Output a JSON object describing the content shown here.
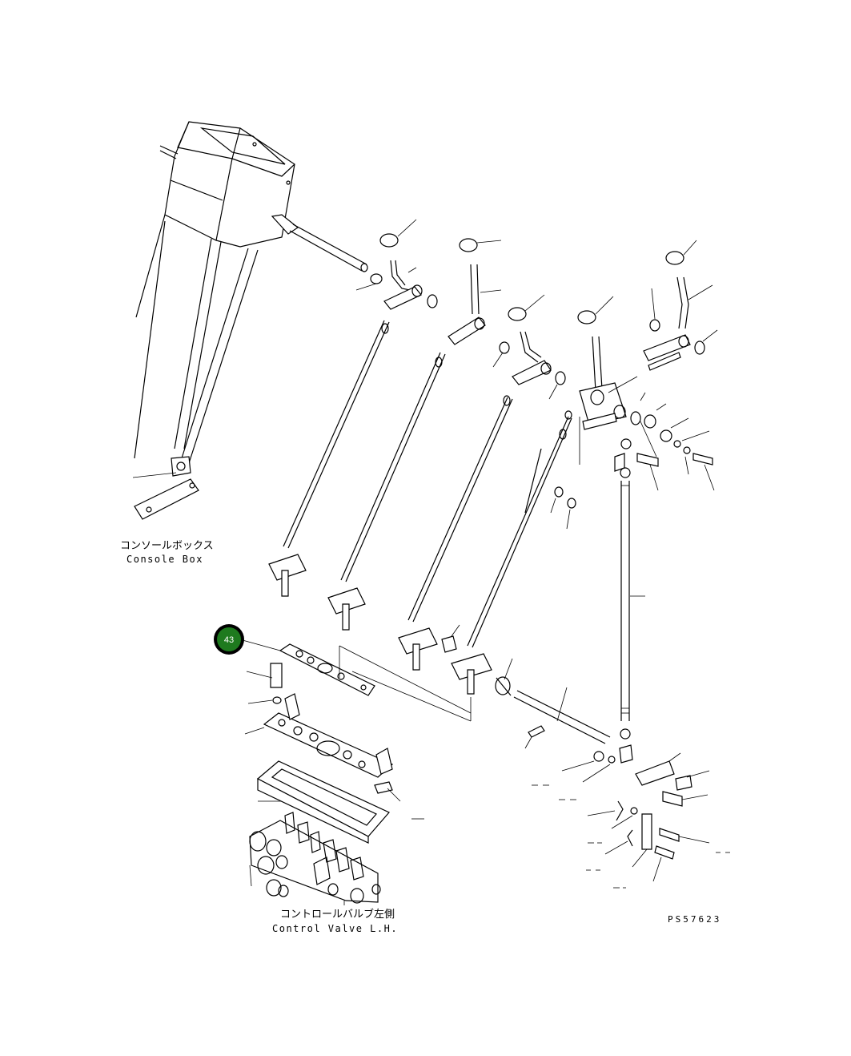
{
  "labels": {
    "console_box_jp": "コンソールボックス",
    "console_box_en": "Console Box",
    "control_valve_jp": "コントロールバルブ左側",
    "control_valve_en": "Control Valve L.H.",
    "drawing_number": "PS57623"
  },
  "callouts": [
    {
      "number": "43",
      "color": "#1e7a1e"
    }
  ]
}
